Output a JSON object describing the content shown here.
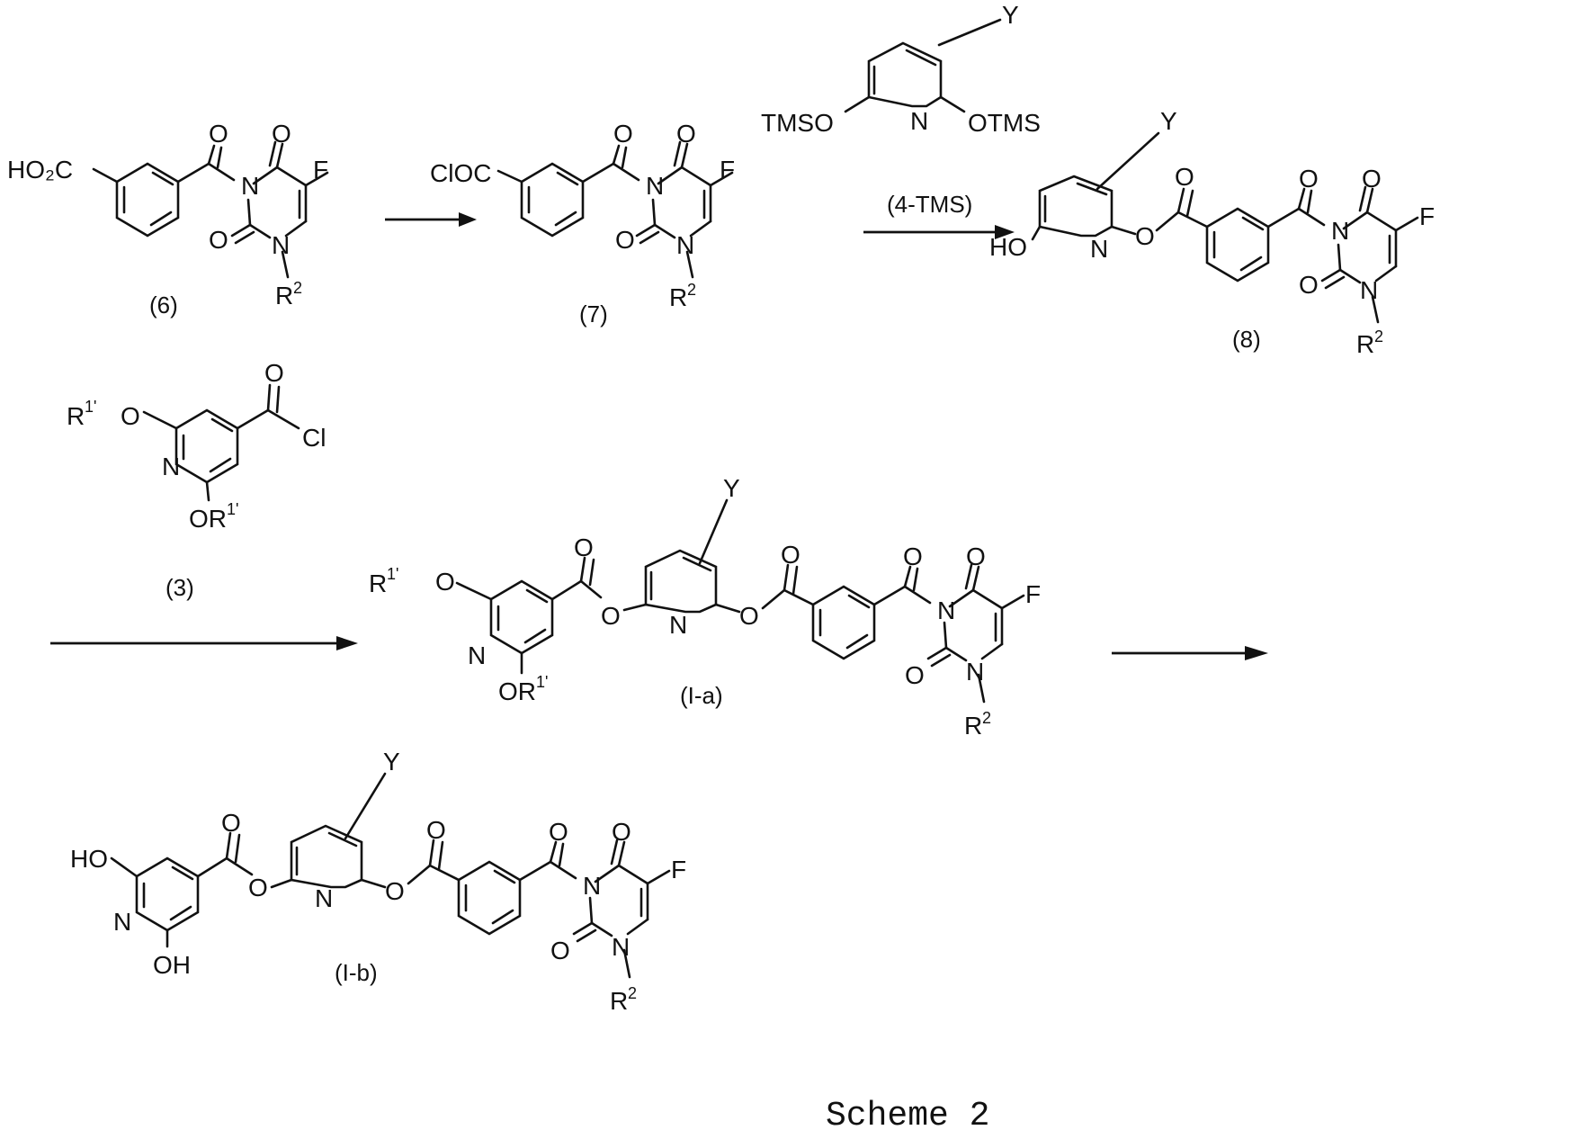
{
  "labels": {
    "c6": "(6)",
    "c7": "(7)",
    "c8": "(8)",
    "c3": "(3)",
    "ia": "(I-a)",
    "ib": "(I-b)",
    "reagent": "(4-TMS)"
  },
  "atoms": {
    "ho2c": "HO₂C",
    "cloc": "ClOC",
    "o": "O",
    "n": "N",
    "f": "F",
    "r2": "R",
    "r2_sup": "2",
    "r1": "R",
    "r1_sup": "1'",
    "or1": "OR",
    "tmso": "TMSO",
    "otms": "OTMS",
    "y": "Y",
    "ho": "HO",
    "oh": "OH",
    "cl": "Cl"
  },
  "caption": "Scheme 2"
}
